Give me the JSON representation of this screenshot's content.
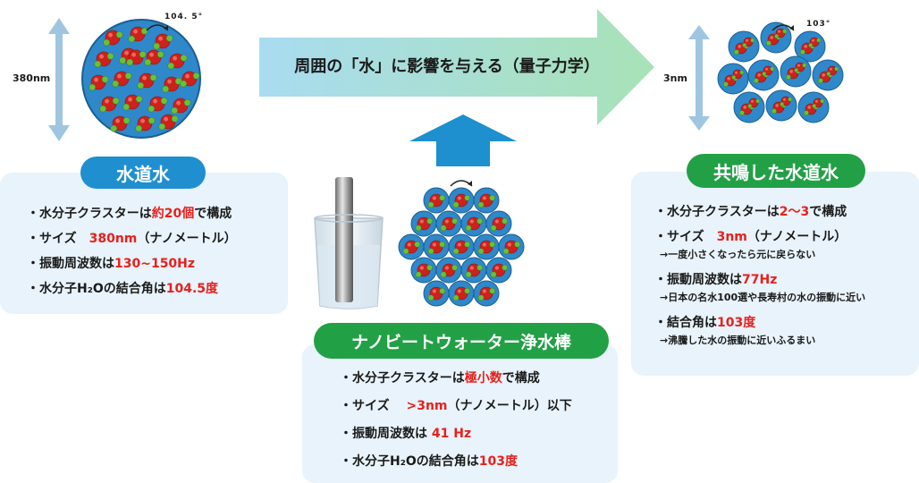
{
  "left": {
    "dimension": "380nm",
    "angle_label": "104. 5°",
    "title": "水道水",
    "items": [
      {
        "pre": "・水分子クラスターは",
        "hl": "約20個",
        "post": "で構成"
      },
      {
        "pre": "・サイズ　",
        "hl": "380nm",
        "post": "（ナノメートル）"
      },
      {
        "pre": "・振動周波数は",
        "hl": "130~150Hz",
        "post": ""
      },
      {
        "pre": "・水分子H₂Oの結合角は",
        "hl": "104.5度",
        "post": ""
      }
    ]
  },
  "arrow_text": "周囲の「水」に影響を与える（量子力学）",
  "right": {
    "dimension": "3nm",
    "angle_label": "103°",
    "title": "共鳴した水道水",
    "items": [
      {
        "pre": "・水分子クラスターは",
        "hl": "2〜3",
        "post": "で構成",
        "note": ""
      },
      {
        "pre": "・サイズ　",
        "hl": "3nm",
        "post": "（ナノメートル）",
        "note": "→一度小さくなったら元に戻らない"
      },
      {
        "pre": "・振動周波数は",
        "hl": "77Hz",
        "post": "",
        "note": "→日本の名水100選や長寿村の水の振動に近い"
      },
      {
        "pre": "・結合角は",
        "hl": "103度",
        "post": "",
        "note": "→沸騰した水の振動に近いふるまい"
      }
    ]
  },
  "center": {
    "title": "ナノビートウォーター浄水棒",
    "items": [
      {
        "pre": "・水分子クラスターは",
        "hl": "極小数",
        "post": "で構成"
      },
      {
        "pre": "・サイズ　 ",
        "hl": ">3nm",
        "post": "（ナノメートル）以下"
      },
      {
        "pre": "・振動周波数は ",
        "hl": "41 Hz",
        "post": ""
      },
      {
        "pre": "・水分子H₂Oの結合角は",
        "hl": "103度",
        "post": ""
      }
    ]
  },
  "colors": {
    "panel": "#e8f3fb",
    "pill_blue": "#1f8fd0",
    "pill_green": "#22a046",
    "highlight": "#e8201c",
    "arrow_start": "#a9dcf0",
    "arrow_end": "#a8e2b6",
    "up_arrow": "#1e8fcf",
    "dim_arrow": "#9fc6e0"
  }
}
